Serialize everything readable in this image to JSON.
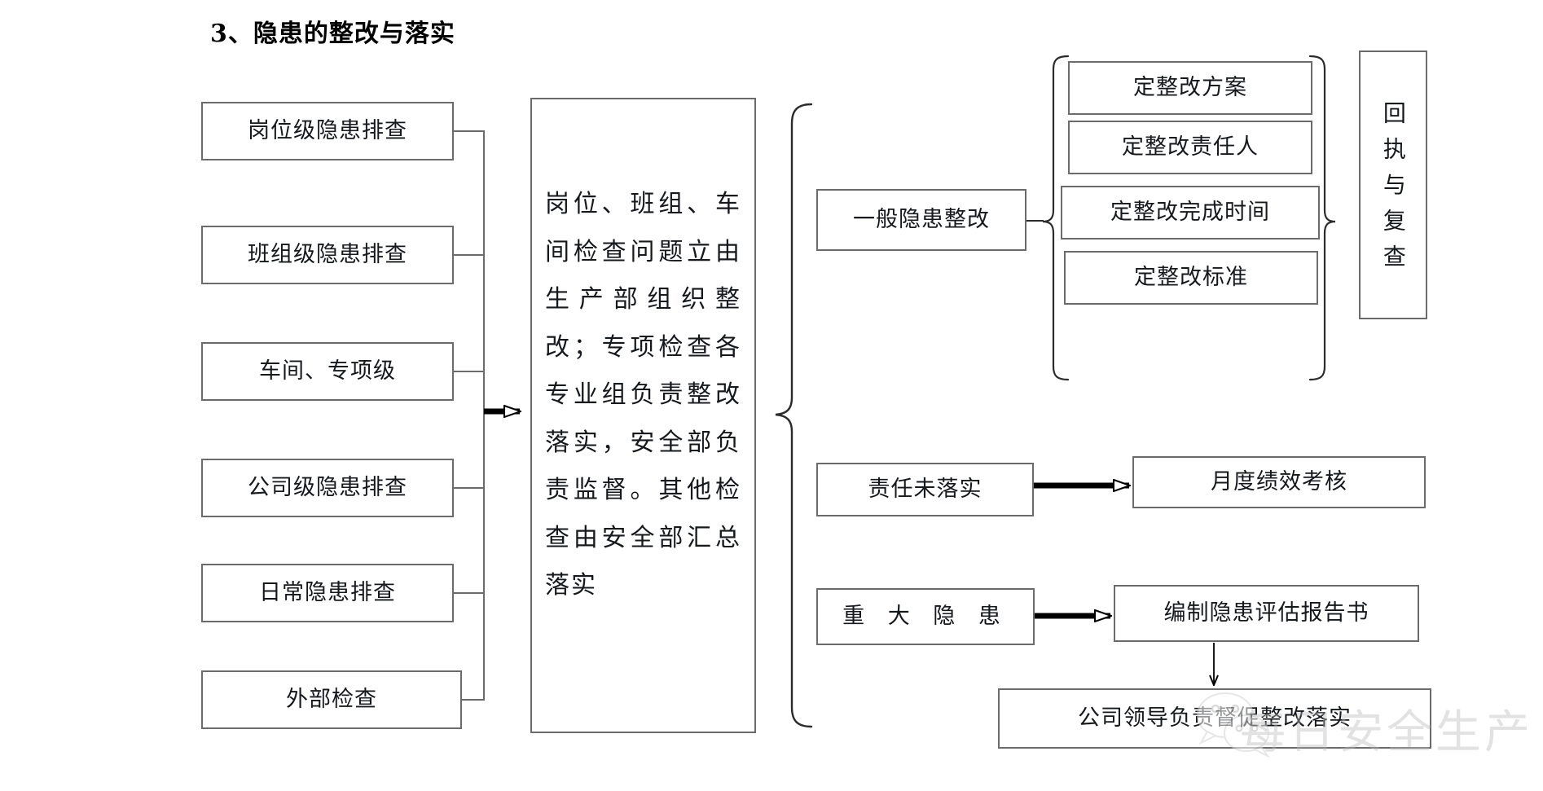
{
  "page": {
    "title": "3、隐患的整改与落实",
    "background": "#ffffff",
    "line_color": "#6b6b6b",
    "text_color": "#15181c"
  },
  "left_column": {
    "name": "排查层级",
    "items": [
      {
        "label": "岗位级隐患排查"
      },
      {
        "label": "班组级隐患排查"
      },
      {
        "label": "车间、专项级"
      },
      {
        "label": "公司级隐患排查"
      },
      {
        "label": "日常隐患排查"
      },
      {
        "label": "外部检查"
      }
    ]
  },
  "center": {
    "text": "岗位、班组、车间检查问题立由生产部组织整改；专项检查各专业组负责整改落实，安全部负责监督。其他检查由安全部汇总落实"
  },
  "right": {
    "general_rectification": "一般隐患整改",
    "rectification_items": [
      {
        "label": "定整改方案"
      },
      {
        "label": "定整改责任人"
      },
      {
        "label": "定整改完成时间"
      },
      {
        "label": "定整改标准"
      }
    ],
    "receipt_review": "回执与复查",
    "responsibility_unfulfilled": "责任未落实",
    "monthly_performance": "月度绩效考核",
    "major_hazard": "重 大 隐 患",
    "assessment_report": "编制隐患评估报告书",
    "leader_supervision": "公司领导负责督促整改落实"
  },
  "watermark": {
    "text": "每日安全生产",
    "icon": "wechat-icon"
  },
  "connectors": {
    "left_to_center_arrow": "arrow-right",
    "resp_to_kpi_arrow": "arrow-right",
    "major_to_report_arrow": "arrow-right",
    "report_to_leader_arrow": "arrow-down",
    "center_brace": "curly-brace-right",
    "items_left_brace": "curly-brace-left",
    "items_right_brace": "curly-brace-right"
  }
}
